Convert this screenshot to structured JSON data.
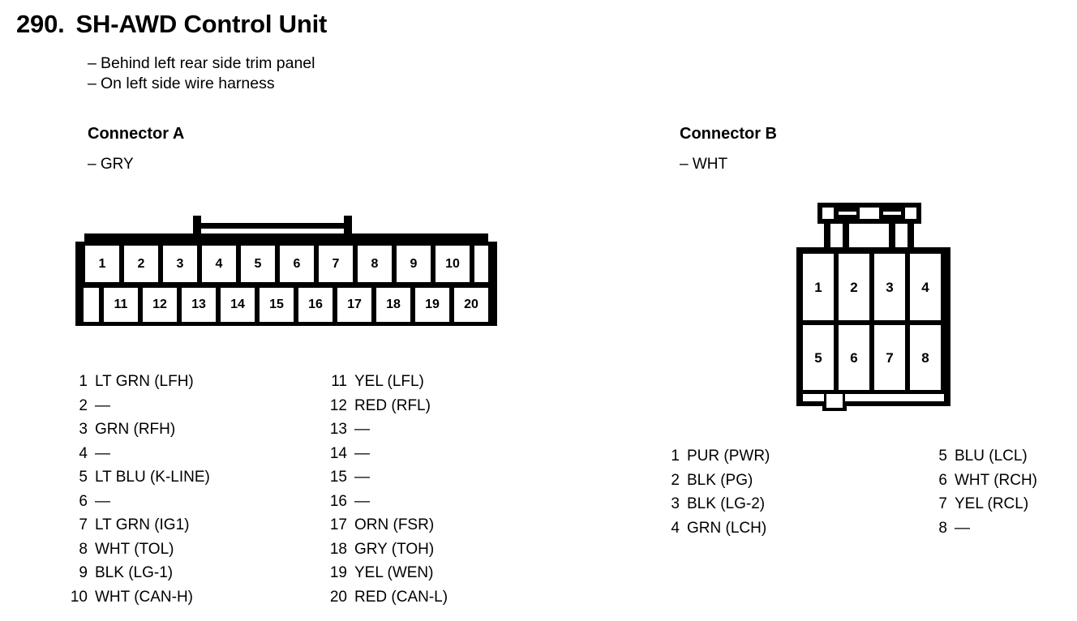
{
  "title": {
    "number": "290.",
    "name": "SH-AWD Control Unit"
  },
  "notes": [
    "Behind left rear side trim panel",
    "On left side wire harness"
  ],
  "connector_a": {
    "heading": "Connector A",
    "color_note": "– GRY",
    "top_row_pins": [
      "1",
      "2",
      "3",
      "4",
      "5",
      "6",
      "7",
      "8",
      "9",
      "10"
    ],
    "bottom_row_pins": [
      "11",
      "12",
      "13",
      "14",
      "15",
      "16",
      "17",
      "18",
      "19",
      "20"
    ],
    "legend_left": [
      {
        "pin": "1",
        "value": "LT GRN (LFH)"
      },
      {
        "pin": "2",
        "value": "—"
      },
      {
        "pin": "3",
        "value": "GRN (RFH)"
      },
      {
        "pin": "4",
        "value": "—"
      },
      {
        "pin": "5",
        "value": "LT BLU (K-LINE)"
      },
      {
        "pin": "6",
        "value": "—"
      },
      {
        "pin": "7",
        "value": "LT GRN (IG1)"
      },
      {
        "pin": "8",
        "value": "WHT (TOL)"
      },
      {
        "pin": "9",
        "value": "BLK (LG-1)"
      },
      {
        "pin": "10",
        "value": "WHT (CAN-H)"
      }
    ],
    "legend_right": [
      {
        "pin": "11",
        "value": "YEL (LFL)"
      },
      {
        "pin": "12",
        "value": "RED (RFL)"
      },
      {
        "pin": "13",
        "value": "—"
      },
      {
        "pin": "14",
        "value": "—"
      },
      {
        "pin": "15",
        "value": "—"
      },
      {
        "pin": "16",
        "value": "—"
      },
      {
        "pin": "17",
        "value": "ORN (FSR)"
      },
      {
        "pin": "18",
        "value": "GRY (TOH)"
      },
      {
        "pin": "19",
        "value": "YEL (WEN)"
      },
      {
        "pin": "20",
        "value": "RED (CAN-L)"
      }
    ]
  },
  "connector_b": {
    "heading": "Connector B",
    "color_note": "– WHT",
    "top_row_pins": [
      "1",
      "2",
      "3",
      "4"
    ],
    "bottom_row_pins": [
      "5",
      "6",
      "7",
      "8"
    ],
    "legend_left": [
      {
        "pin": "1",
        "value": "PUR (PWR)"
      },
      {
        "pin": "2",
        "value": "BLK (PG)"
      },
      {
        "pin": "3",
        "value": "BLK (LG-2)"
      },
      {
        "pin": "4",
        "value": "GRN (LCH)"
      }
    ],
    "legend_right": [
      {
        "pin": "5",
        "value": "BLU (LCL)"
      },
      {
        "pin": "6",
        "value": "WHT (RCH)"
      },
      {
        "pin": "7",
        "value": "YEL (RCL)"
      },
      {
        "pin": "8",
        "value": "—"
      }
    ]
  },
  "colors": {
    "ink": "#000000",
    "paper": "#ffffff"
  }
}
